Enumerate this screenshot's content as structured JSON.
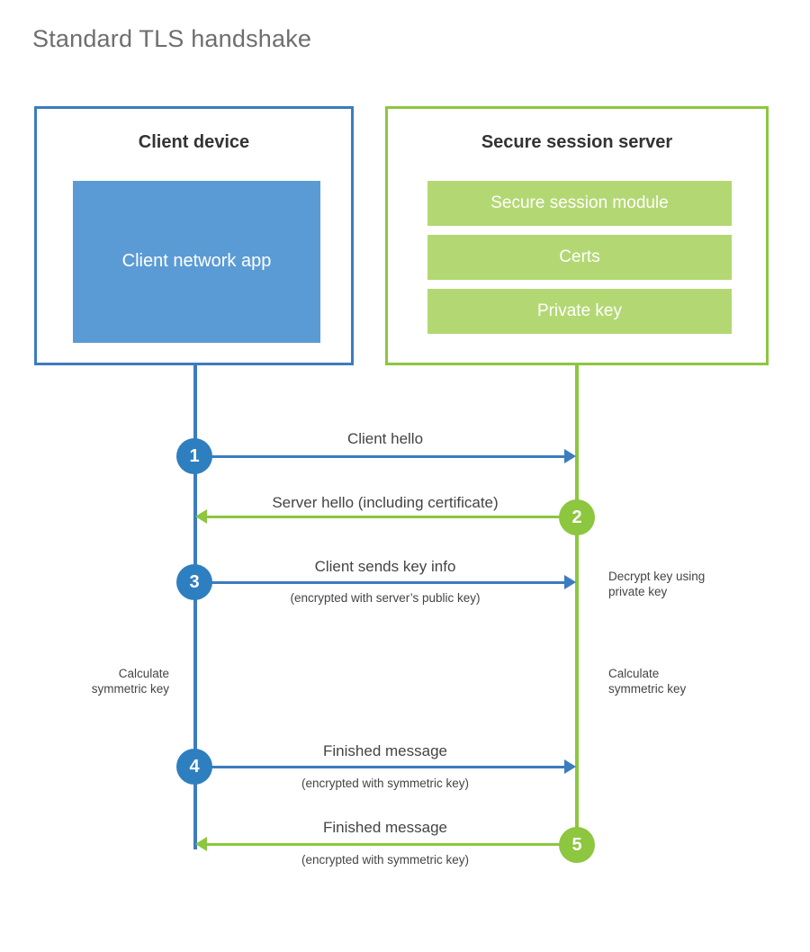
{
  "diagram": {
    "title": "Standard TLS handshake",
    "colors": {
      "client_accent": "#3c7cbf",
      "client_fill": "#5b9bd5",
      "client_circle": "#2e7fc0",
      "server_accent": "#8dc63f",
      "server_fill": "#b3d873",
      "title_text": "#6e6e6e",
      "body_text": "#444444",
      "heading_text": "#333333",
      "background": "#ffffff"
    },
    "parties": {
      "client": {
        "title": "Client device",
        "app_label": "Client network app"
      },
      "server": {
        "title": "Secure session server",
        "components": [
          "Secure session module",
          "Certs",
          "Private key"
        ]
      }
    },
    "steps": [
      {
        "number": "1",
        "label": "Client hello",
        "sublabel": "",
        "direction": "client-to-server",
        "color": "blue"
      },
      {
        "number": "2",
        "label": "Server hello (including certificate)",
        "sublabel": "",
        "direction": "server-to-client",
        "color": "green"
      },
      {
        "number": "3",
        "label": "Client sends key info",
        "sublabel": "(encrypted with server’s public key)",
        "direction": "client-to-server",
        "color": "blue"
      },
      {
        "number": "4",
        "label": "Finished message",
        "sublabel": "(encrypted with symmetric key)",
        "direction": "client-to-server",
        "color": "blue"
      },
      {
        "number": "5",
        "label": "Finished message",
        "sublabel": "(encrypted with symmetric key)",
        "direction": "server-to-client",
        "color": "green"
      }
    ],
    "annotations": {
      "server_decrypt_line1": "Decrypt key using",
      "server_decrypt_line2": "private key",
      "client_calc_line1": "Calculate",
      "client_calc_line2": "symmetric key",
      "server_calc_line1": "Calculate",
      "server_calc_line2": "symmetric key"
    }
  }
}
